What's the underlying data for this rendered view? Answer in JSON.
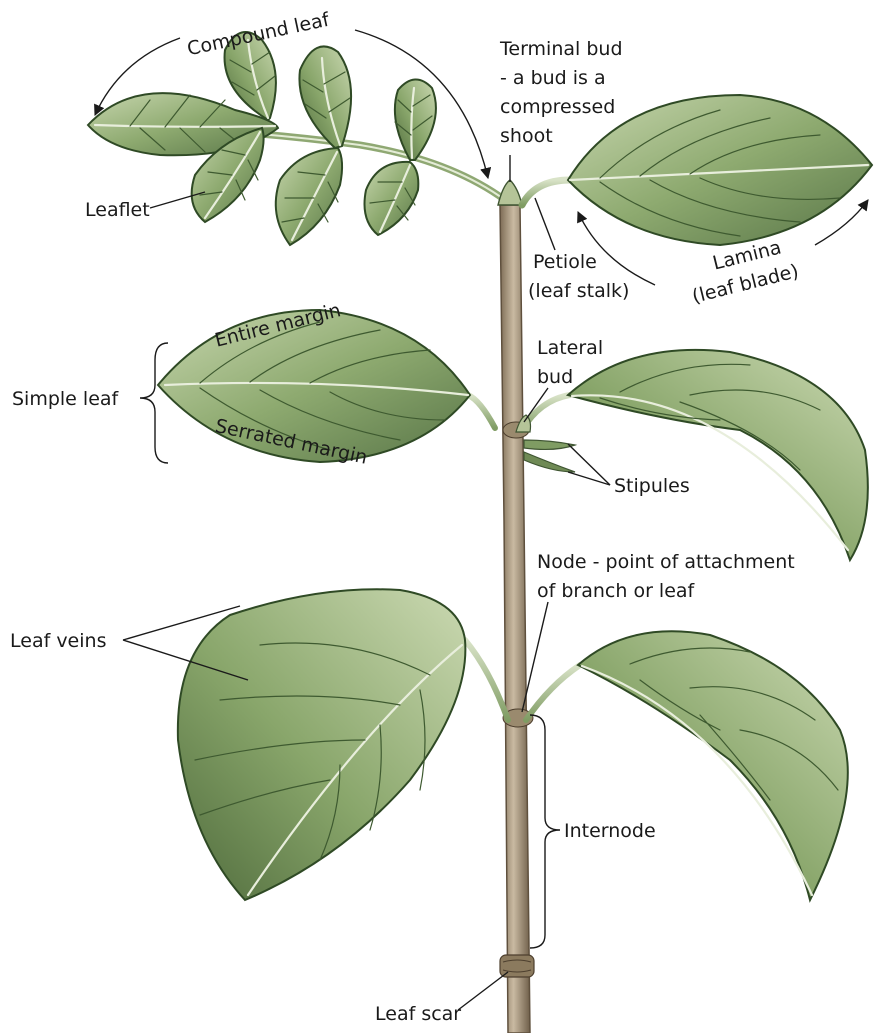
{
  "labels": {
    "compound_leaf": "Compound leaf",
    "terminal_bud_1": "Terminal bud",
    "terminal_bud_2": "- a bud is a",
    "terminal_bud_3": "compressed",
    "terminal_bud_4": "shoot",
    "leaflet": "Leaflet",
    "petiole_1": "Petiole",
    "petiole_2": "(leaf stalk)",
    "lamina_1": "Lamina",
    "lamina_2": "(leaf blade)",
    "entire_margin": "Entire margin",
    "simple_leaf": "Simple leaf",
    "serrated_margin": "Serrated margin",
    "lateral_bud_1": "Lateral",
    "lateral_bud_2": "bud",
    "stipules": "Stipules",
    "node_1": "Node - point of attachment",
    "node_2": "of branch or leaf",
    "leaf_veins": "Leaf veins",
    "internode": "Internode",
    "leaf_scar": "Leaf scar"
  },
  "colors": {
    "leaf_light": "#a9c08c",
    "leaf_mid": "#7f9c63",
    "leaf_dark": "#4f6b3c",
    "stem_light": "#b8a890",
    "stem_dark": "#7d6c55",
    "text": "#1a1a1a"
  }
}
